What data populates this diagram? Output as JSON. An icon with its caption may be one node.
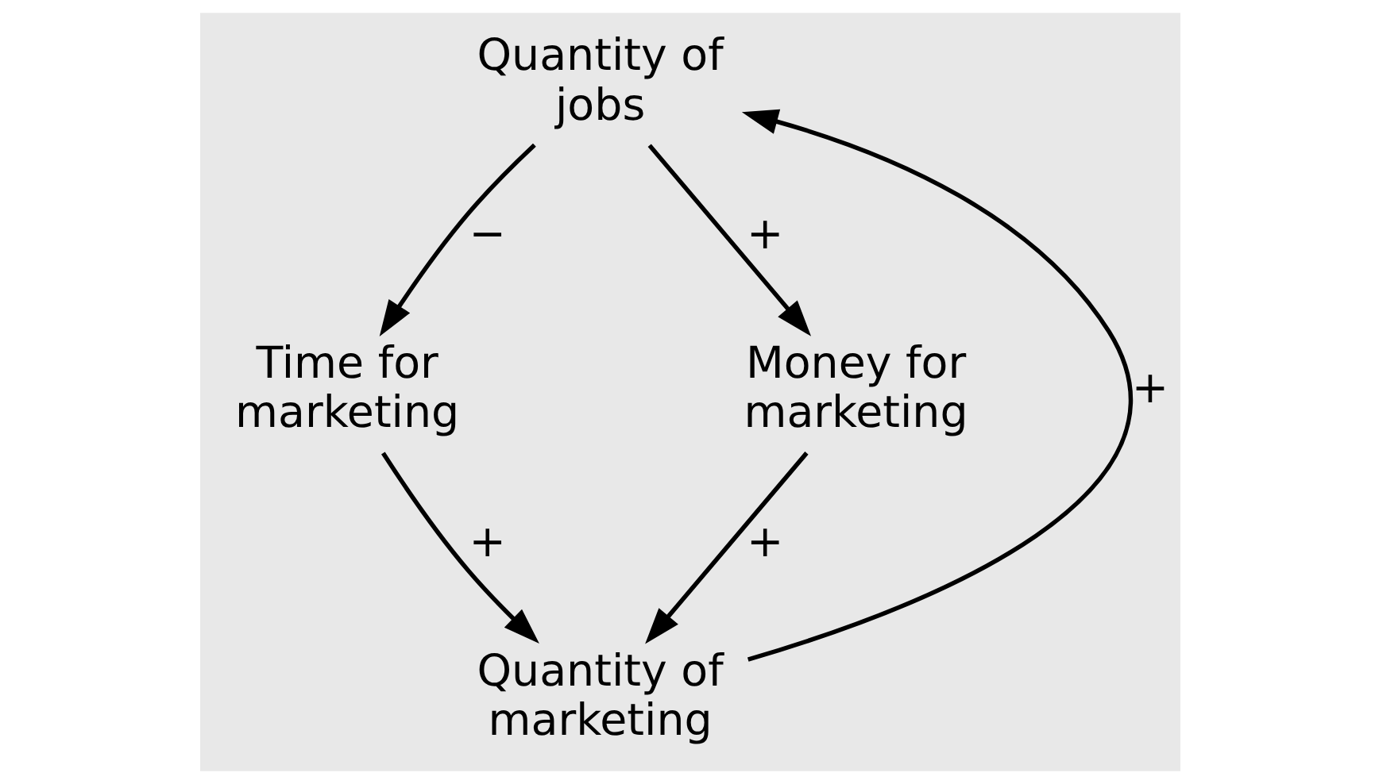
{
  "diagram": {
    "nodes": [
      {
        "text": [
          "Quantity of jobs"
        ]
      },
      {
        "text": [
          "Time for marketing"
        ]
      },
      {
        "text": [
          "Money for marketing"
        ]
      },
      {
        "text": [
          "Quantity of marketing"
        ]
      }
    ],
    "edges": [
      {
        "from": 0,
        "to": 1,
        "arrow": "to",
        "label": "−"
      },
      {
        "from": 0,
        "to": 2,
        "arrow": "to",
        "label": "+"
      },
      {
        "from": 1,
        "to": 3,
        "arrow": "to",
        "label": "+"
      },
      {
        "from": 2,
        "to": 3,
        "arrow": "to",
        "label": "+"
      },
      {
        "from": 3,
        "to": 0,
        "arrow": "to",
        "label": "+"
      }
    ]
  }
}
